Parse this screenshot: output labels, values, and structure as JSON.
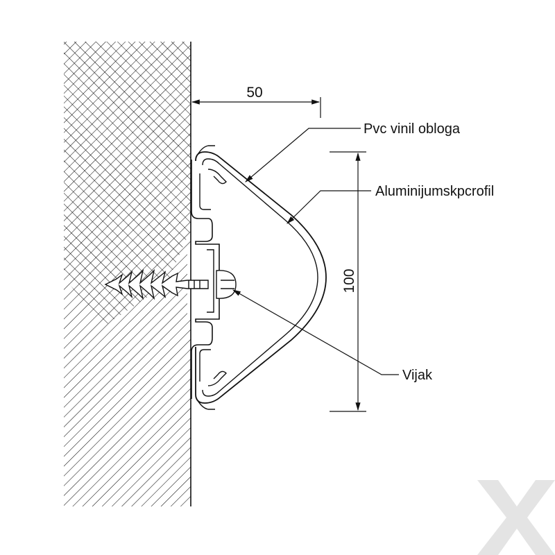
{
  "dimensions": {
    "width": "50",
    "height": "100"
  },
  "labels": {
    "pvc": "Pvc vinil obloga",
    "aluminium": "Aluminijumskpcrofil",
    "screw": "Vijak"
  },
  "colors": {
    "line": "#111111",
    "watermark": "#e4e4e4"
  },
  "watermark_icon": "x-logo-icon"
}
